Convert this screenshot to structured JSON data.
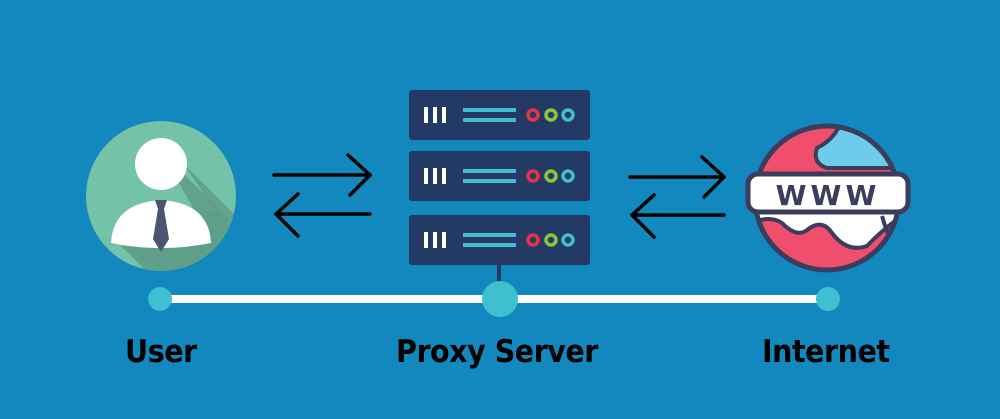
{
  "diagram": {
    "title": "Proxy Server Diagram",
    "background": "#1288be",
    "nodes": [
      {
        "id": "user",
        "label": "User",
        "icon": "user-avatar-icon"
      },
      {
        "id": "proxy",
        "label": "Proxy Server",
        "icon": "server-rack-icon"
      },
      {
        "id": "internet",
        "label": "Internet",
        "icon": "www-globe-icon"
      }
    ],
    "globe_text": "WWW",
    "connections": [
      {
        "from": "user",
        "to": "proxy",
        "icon": "bidirectional-arrows-icon"
      },
      {
        "from": "proxy",
        "to": "internet",
        "icon": "bidirectional-arrows-icon"
      }
    ],
    "server_units": 3,
    "server_led_colors": [
      "#e6334a",
      "#8cc63f",
      "#3fbfcf"
    ],
    "colors": {
      "server_panel": "#243a64",
      "server_lines": "#3fbfcf",
      "timeline": "#ffffff",
      "timeline_node": "#3fbfcf",
      "avatar_circle": "#74c2a8",
      "globe_red": "#ef4e6d",
      "globe_blue": "#6fcbea",
      "globe_outline": "#3a3d5c"
    }
  }
}
